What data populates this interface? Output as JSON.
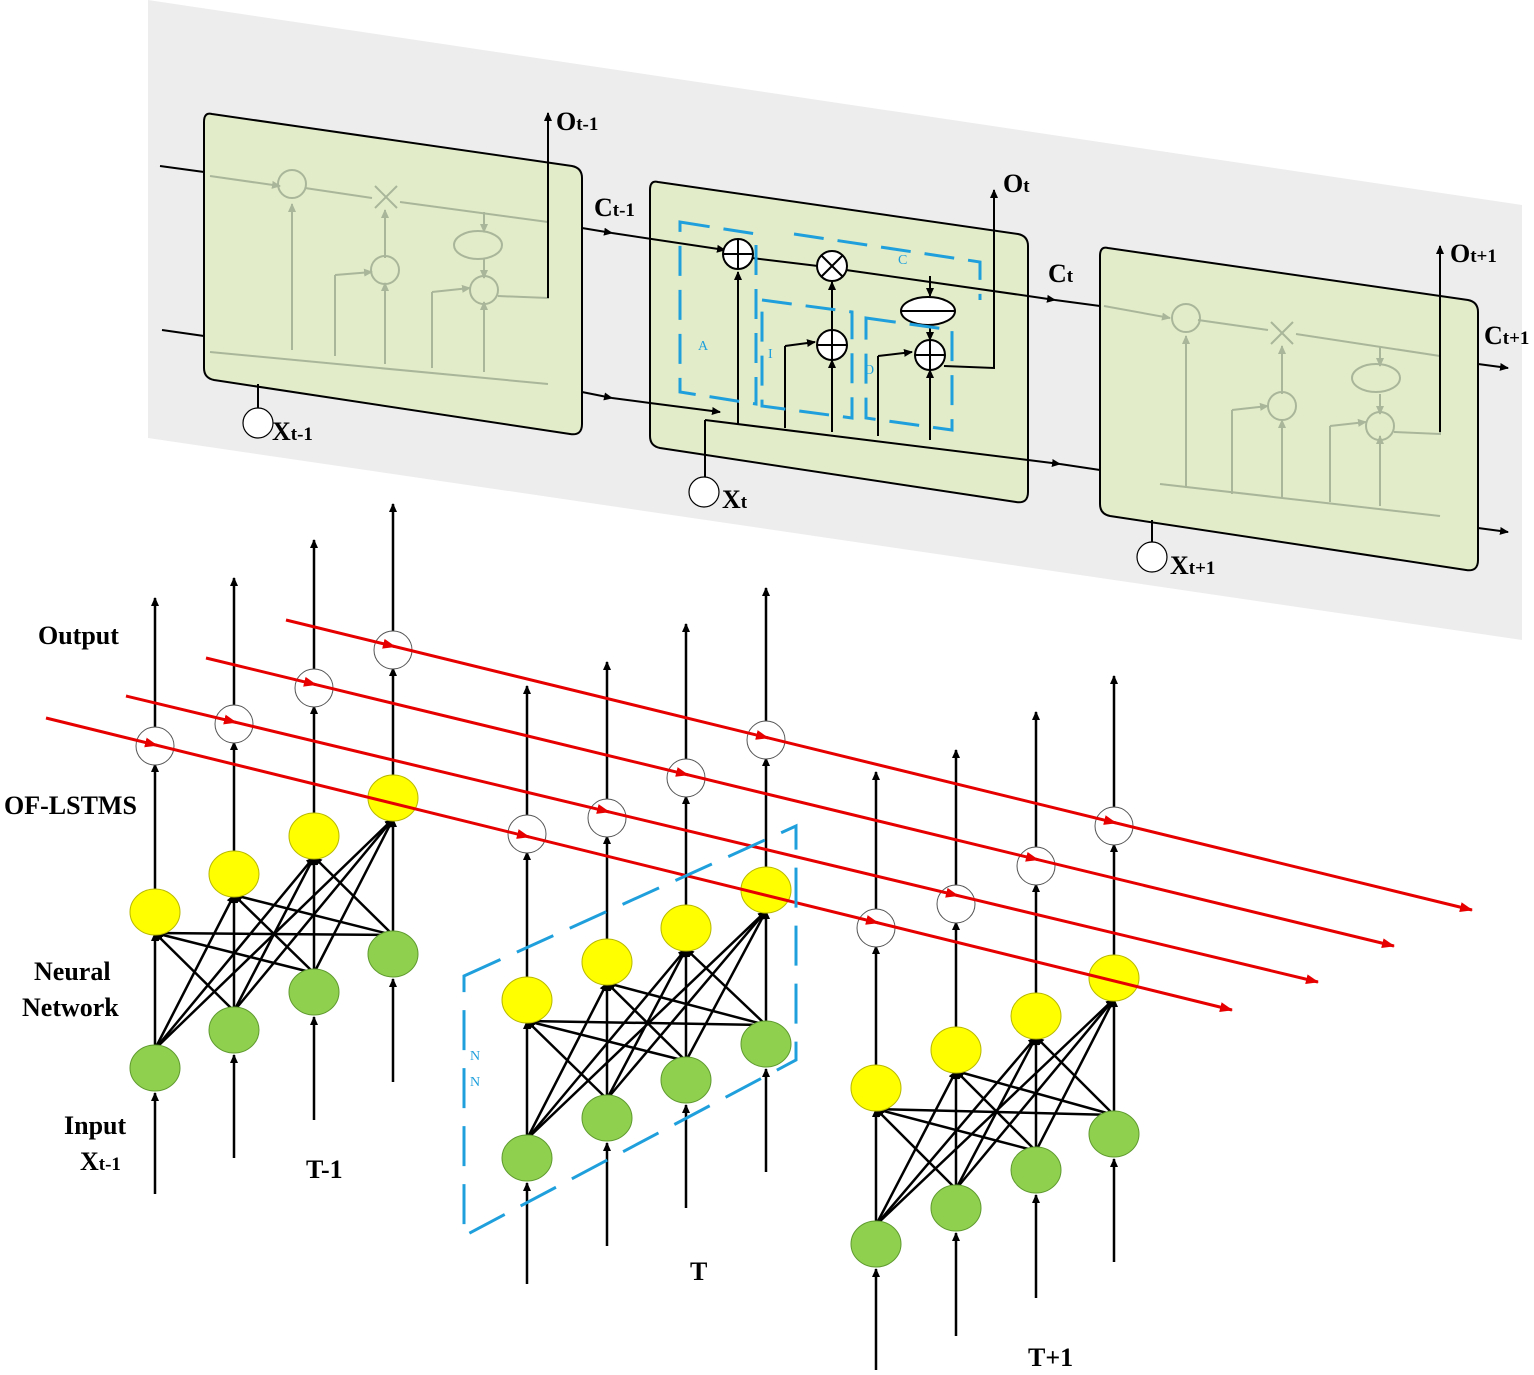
{
  "lstm": {
    "o_prev": "O",
    "o_prev_sub": "t-1",
    "o_cur": "O",
    "o_cur_sub": "t",
    "o_next": "O",
    "o_next_sub": "t+1",
    "c_prev": "C",
    "c_prev_sub": "t-1",
    "c_cur": "C",
    "c_cur_sub": "t",
    "c_next": "C",
    "c_next_sub": "t+1",
    "x_prev": "X",
    "x_prev_sub": "t-1",
    "x_cur": "X",
    "x_cur_sub": "t",
    "x_next": "X",
    "x_next_sub": "t+1",
    "gate_a": "A",
    "gate_i": "I",
    "gate_o": "O",
    "gate_c": "C",
    "nn_tag_1": "N",
    "nn_tag_2": "N"
  },
  "labels": {
    "output": "Output",
    "of_lstms": "OF-LSTMS",
    "neural_1": "Neural",
    "neural_2": "Network",
    "input_1": "Input",
    "input_x": "X",
    "input_x_sub": "t-1",
    "t_prev": "T-1",
    "t_cur": "T",
    "t_next": "T+1"
  },
  "colors": {
    "panel": "#ededed",
    "cell": "#e2ecc9",
    "yellow_node": "#ffff00",
    "green_node": "#8fd14f",
    "red_line": "#e60000",
    "dash_blue": "#1fa0dc",
    "faded": "#aab69a"
  }
}
